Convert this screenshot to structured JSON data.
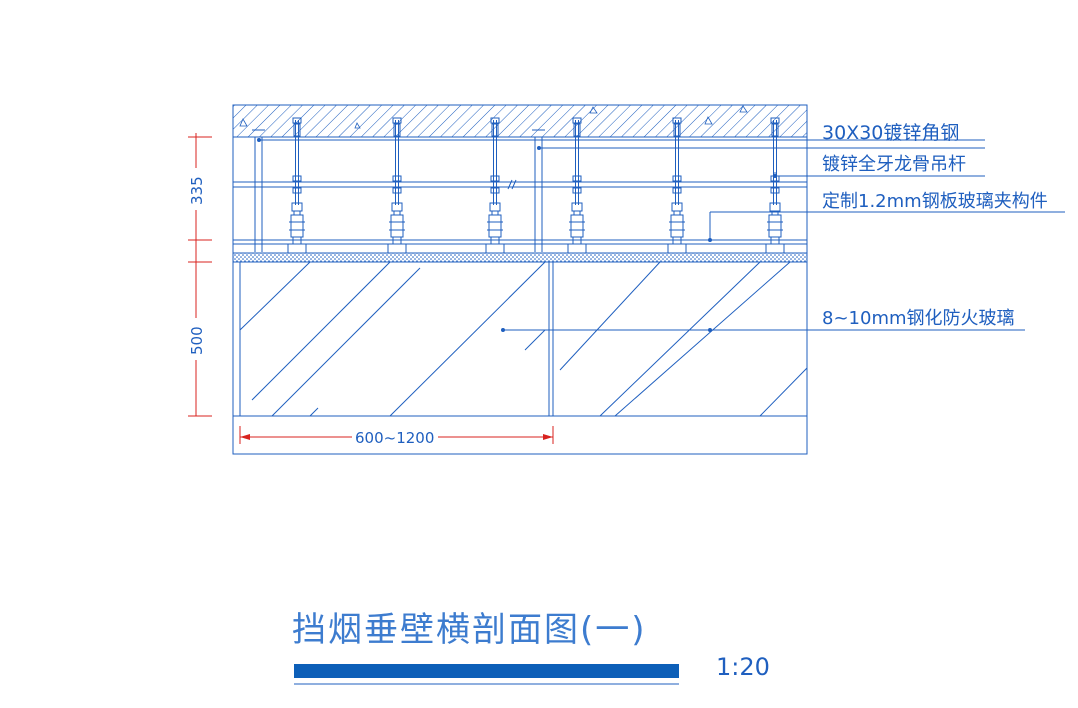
{
  "drawing": {
    "title": "挡烟垂壁横剖面图(一)",
    "scale": "1:20",
    "callouts": {
      "angle_steel": "30X30镀锌角钢",
      "hanger_rod": "镀锌全牙龙骨吊杆",
      "clamp": "定制1.2mm钢板玻璃夹构件",
      "glass": "8~10mm钢化防火玻璃"
    },
    "dimensions": {
      "upper_height": "335",
      "glass_height": "500",
      "glass_width": "600~1200"
    }
  },
  "colors": {
    "line": "#1f5fbf",
    "dim": "#d8231f",
    "title_bar": "#0d5fb8",
    "background": "#ffffff"
  }
}
